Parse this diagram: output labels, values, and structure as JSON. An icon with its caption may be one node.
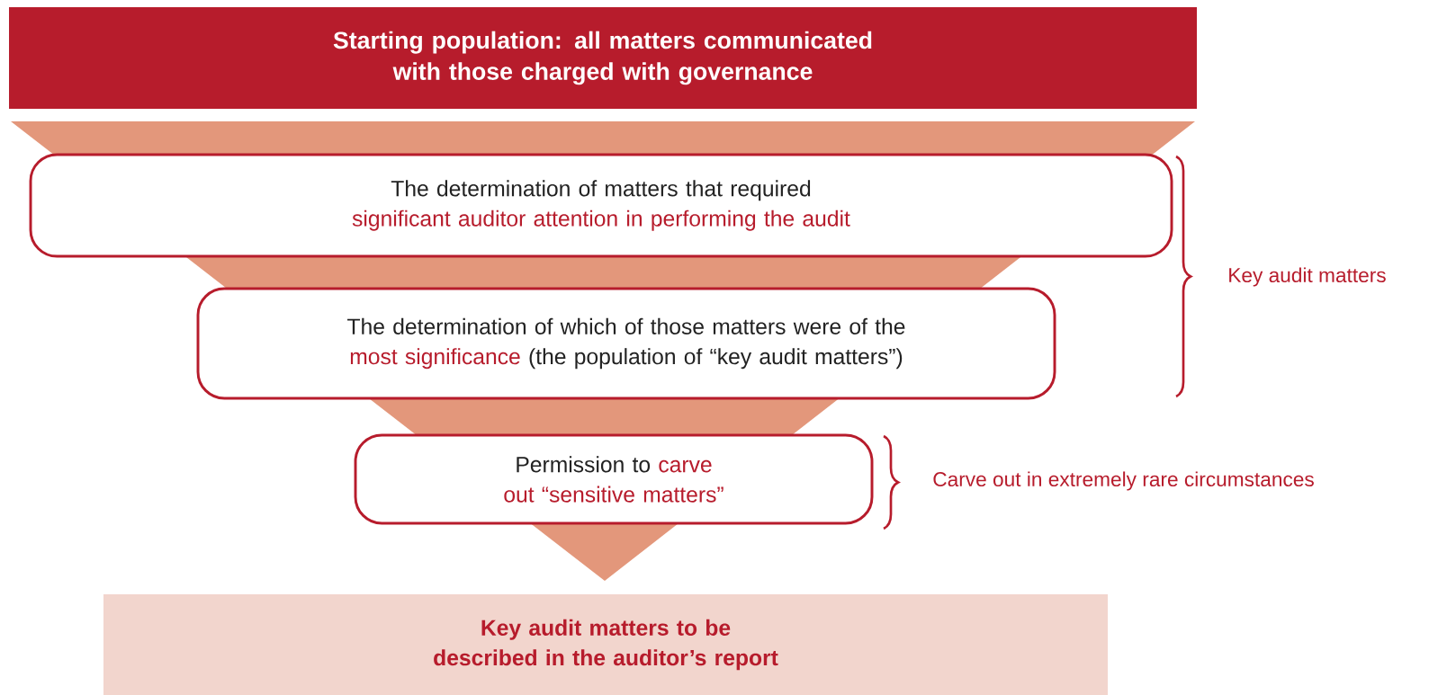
{
  "diagram": {
    "nodes": [
      {
        "text": [
          "Starting population: all matters communicated with those charged with governance"
        ]
      },
      {
        "text": [
          "The determination of matters that required",
          "significant auditor attention in performing the audit"
        ]
      },
      {
        "text": [
          "The determination of which of those matters were of the",
          "most significance",
          "(the population of “key audit matters”)"
        ]
      },
      {
        "text": [
          "Permission to",
          "carve out “sensitive matters”"
        ]
      },
      {
        "text": [
          "Key audit matters to be described in the auditor’s report"
        ]
      }
    ],
    "labels": [
      "Key audit matters",
      "Carve out in extremely rare circumstances"
    ]
  }
}
